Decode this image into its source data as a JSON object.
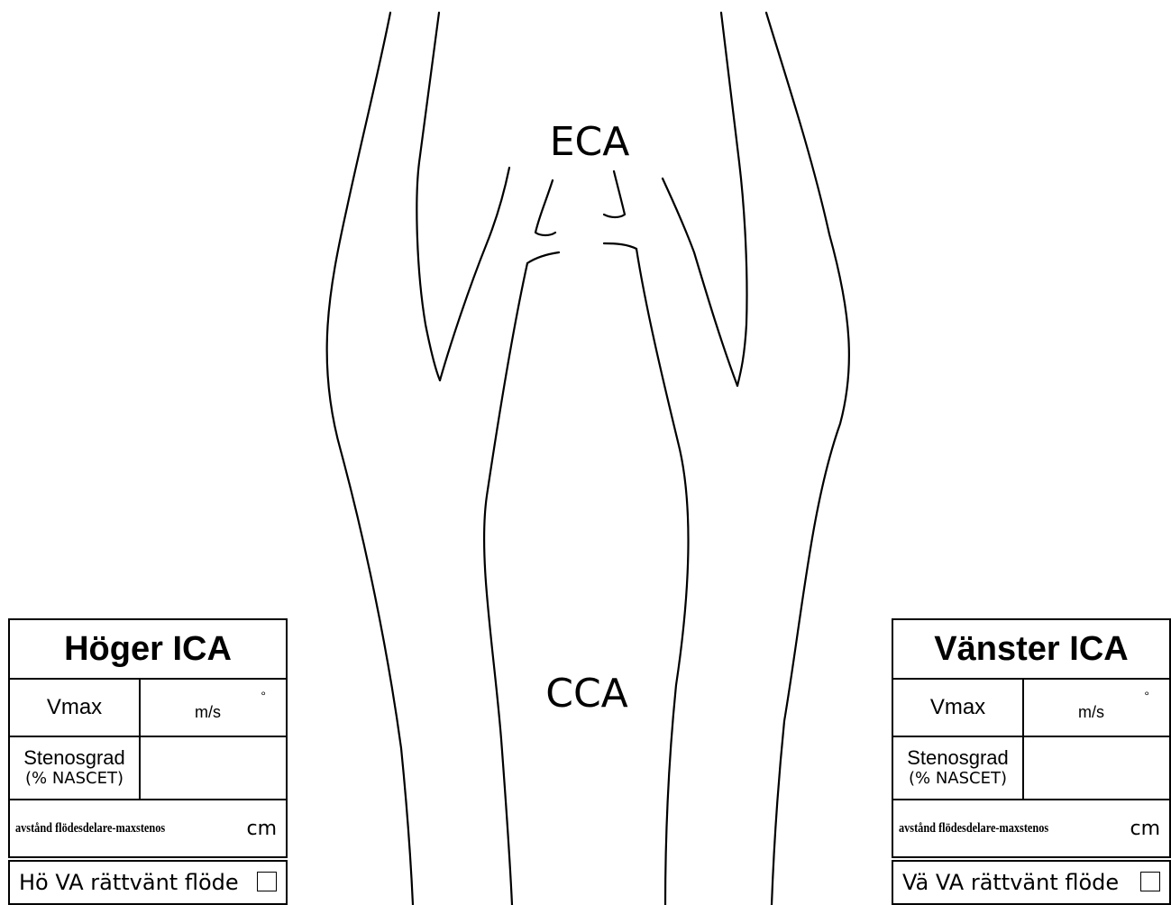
{
  "labels": {
    "eca": "ECA",
    "cca": "CCA"
  },
  "right_panel": {
    "title": "Höger ICA",
    "vmax_label": "Vmax",
    "vmax_unit": "m/s",
    "degree_mark": "°",
    "stenos_label": "Stenosgrad",
    "stenos_sub": "(% NASCET)",
    "distance_label": "avstånd flödesdelare-maxstenos",
    "distance_unit": "cm",
    "va_label": "Hö VA rättvänt flöde"
  },
  "left_panel": {
    "title": "Vänster ICA",
    "vmax_label": "Vmax",
    "vmax_unit": "m/s",
    "degree_mark": "°",
    "stenos_label": "Stenosgrad",
    "stenos_sub": "(% NASCET)",
    "distance_label": "avstånd flödesdelare-maxstenos",
    "distance_unit": "cm",
    "va_label": "Vä VA rättvänt flöde"
  },
  "colors": {
    "line": "#000000",
    "background": "#ffffff"
  }
}
